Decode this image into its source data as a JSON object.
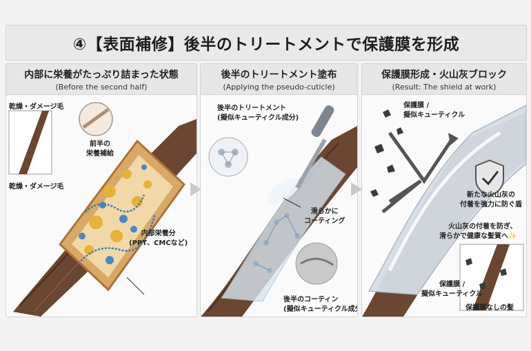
{
  "title": "④【表面補修】後半のトリートメントで保護膜を形成",
  "panels": [
    {
      "heading": "内部に栄養がたっぷり詰まった状態",
      "subheading": "(Before the second half)",
      "labels": {
        "damaged_top": "乾燥・ダメージ毛",
        "damaged_bottom": "乾燥・ダメージ毛",
        "first_half": "前半の\n栄養補給",
        "inner_nutrients": "内部栄養分\n(PPT、CMCなど)"
      }
    },
    {
      "heading": "後半のトリートメント塗布",
      "subheading": "(Applying the pseudo-cuticle)",
      "labels": {
        "treatment": "後半のトリートメント\n(擬似キューティクル成分)",
        "smooth_coat": "滑らかに\nコーティング",
        "coating": "後半のコーティン\n(擬似キューティクル成分)"
      }
    },
    {
      "heading": "保護膜形成・火山灰ブロック",
      "subheading": "(Result: The shield at work)",
      "labels": {
        "film_top": "保護膜 /\n擬似キューティクル",
        "shield_desc": "新たな火山灰の\n付着を強力に防ぐ盾",
        "prevent": "火山灰の付着を防ぎ、\n滑らかで健康な髪質へ✨",
        "film_bottom": "保護膜 /\n擬似キューティクル",
        "no_film": "保護膜なしの髪"
      }
    }
  ],
  "colors": {
    "hair_brown": "#6b4630",
    "cross_section": "#d9a766",
    "nutrient_gold": "#e7b23a",
    "nutrient_blue": "#4d86c4",
    "coating": "#d7e4ef",
    "ash": "#3a3a3a"
  }
}
